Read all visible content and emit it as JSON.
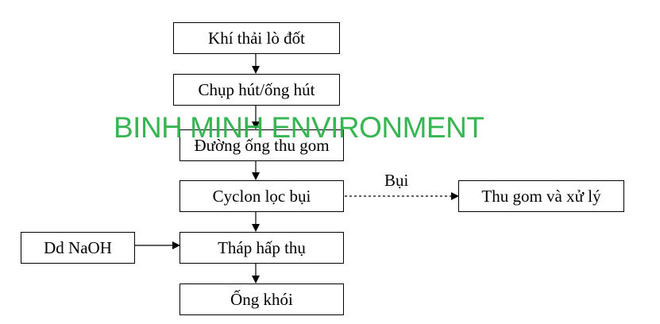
{
  "nodes": {
    "flue_gas": "Khí thải lò đốt",
    "hood": "Chụp hút/ống hút",
    "collection_duct": "Đường ống thu gom",
    "cyclone": "Cyclon lọc bụi",
    "absorption_tower": "Tháp hấp thụ",
    "chimney": "Ống khói",
    "naoh": "Dd NaOH",
    "dust_disposal": "Thu gom và xử lý"
  },
  "edge_labels": {
    "dust": "Bụi"
  },
  "watermark": "BINH MINH ENVIRONMENT",
  "colors": {
    "line": "#000000",
    "watermark": "#2db24a",
    "background": "#ffffff"
  }
}
